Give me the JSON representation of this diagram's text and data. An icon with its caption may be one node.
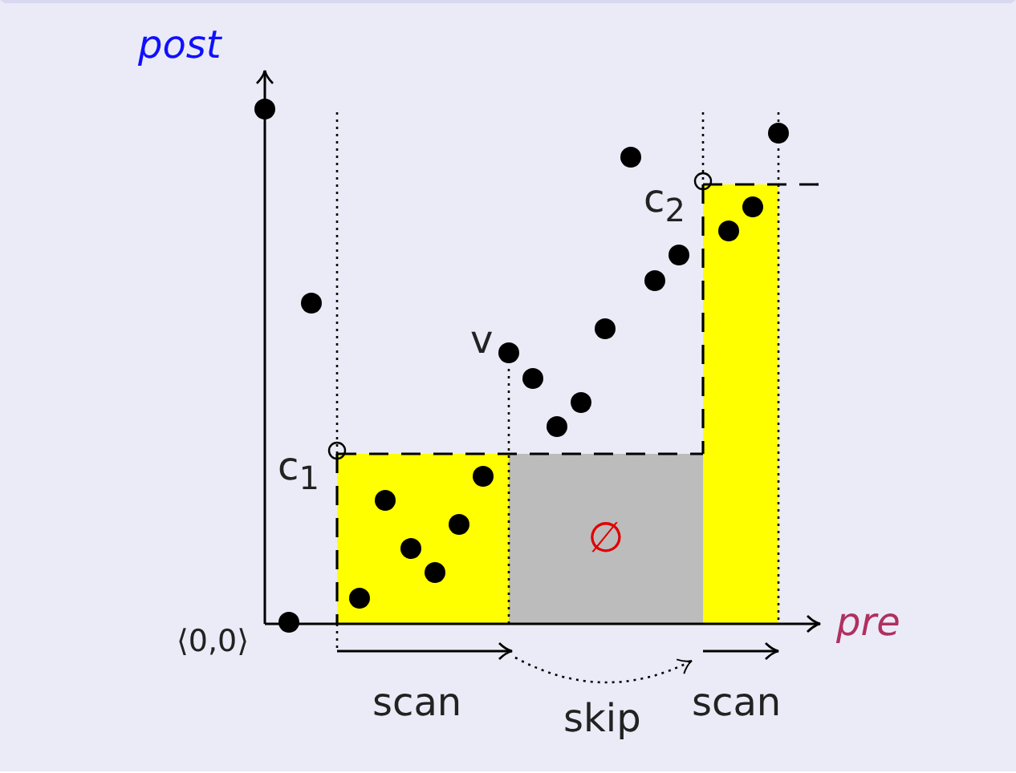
{
  "diagram": {
    "nodes": [
      {
        "text": [],
        "shape": "box"
      },
      {
        "text": [
          "∅"
        ]
      },
      {
        "text": [],
        "shape": "box"
      }
    ],
    "labels": [
      "post",
      "pre",
      "⟨0,0⟩",
      "c$_{1}$",
      "c$_{2}$",
      "v",
      "scan",
      "skip",
      "scan"
    ]
  }
}
